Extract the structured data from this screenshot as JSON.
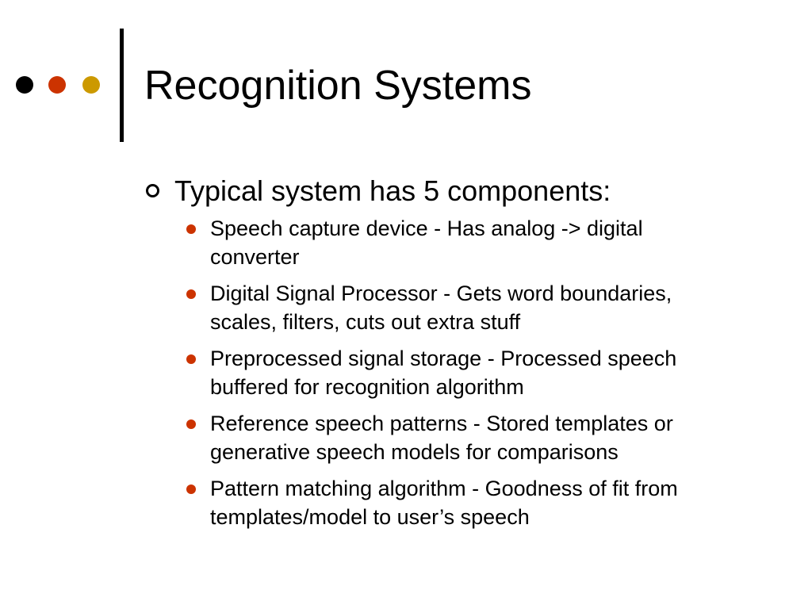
{
  "colors": {
    "dot_black": "#000000",
    "dot_red": "#cc3300",
    "dot_gold": "#cc9900",
    "bullet": "#cc3300"
  },
  "title": "Recognition Systems",
  "main_point": "Typical system has 5 components:",
  "components": [
    "Speech capture device - Has analog -> digital converter",
    "Digital Signal Processor - Gets word boundaries, scales, filters, cuts out extra stuff",
    "Preprocessed signal storage - Processed speech buffered for recognition algorithm",
    "Reference speech patterns - Stored templates or generative speech models for comparisons",
    "Pattern matching algorithm - Goodness of fit from templates/model to user’s speech"
  ]
}
